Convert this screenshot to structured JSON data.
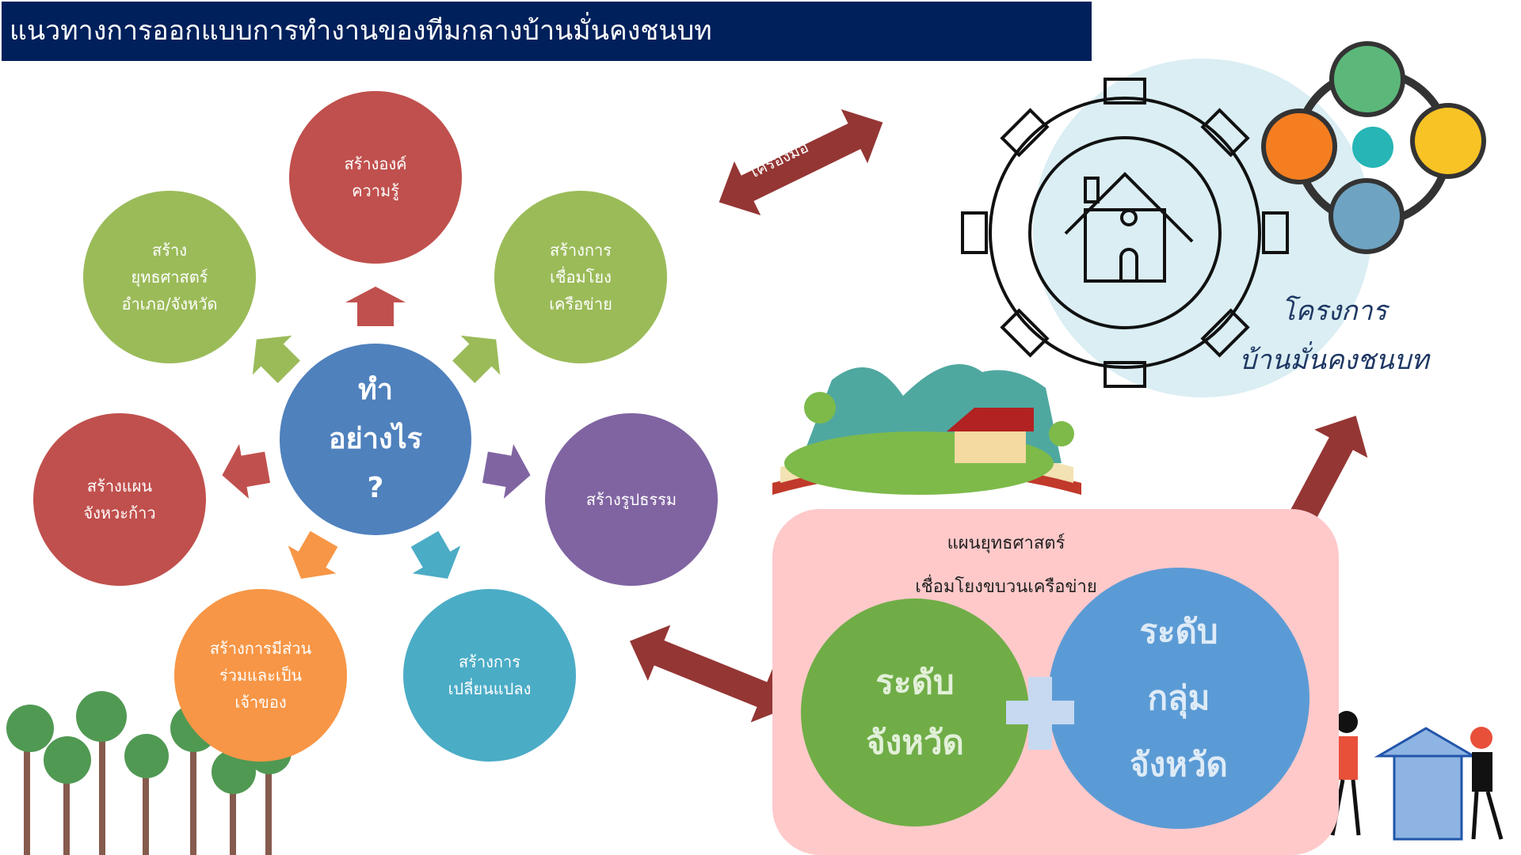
{
  "title": "แนวทางการออกแบบการทำงานของทีมกลางบ้านมั่นคงชนบท",
  "center": "ทำ\nอย่างไร\n?",
  "circles": {
    "knowledge": "สร้างองค์\nความรู้",
    "strategy": "สร้าง\nยุทธศาสตร์\nอำเภอ/จังหวัด",
    "network": "สร้างการ\nเชื่อมโยง\nเครือข่าย",
    "plan": "สร้างแผน\nจังหวะก้าว",
    "concrete": "สร้างรูปธรรม",
    "participation": "สร้างการมีส่วน\nร่วมและเป็น\nเจ้าของ",
    "change": "สร้างการ\nเปลี่ยนแปลง"
  },
  "tool_arrow": "เครื่องมือ",
  "project": {
    "line1": "โครงการ",
    "line2": "บ้านมั่นคงชนบท"
  },
  "plan_box": {
    "line1": "แผนยุทธศาสตร์",
    "line2": "เชื่อมโยงขบวนเครือข่าย",
    "province": "ระดับ\nจังหวัด",
    "group": "ระดับ\nกลุ่ม\nจังหวัด"
  },
  "colors": {
    "title_bg": "#00205B",
    "red": "#C0504D",
    "green": "#9BBB59",
    "purple": "#8064A2",
    "orange": "#F79646",
    "teal": "#4BACC6",
    "blue": "#4F81BD",
    "arrow": "#943634",
    "pink": "#FFC9CA"
  }
}
